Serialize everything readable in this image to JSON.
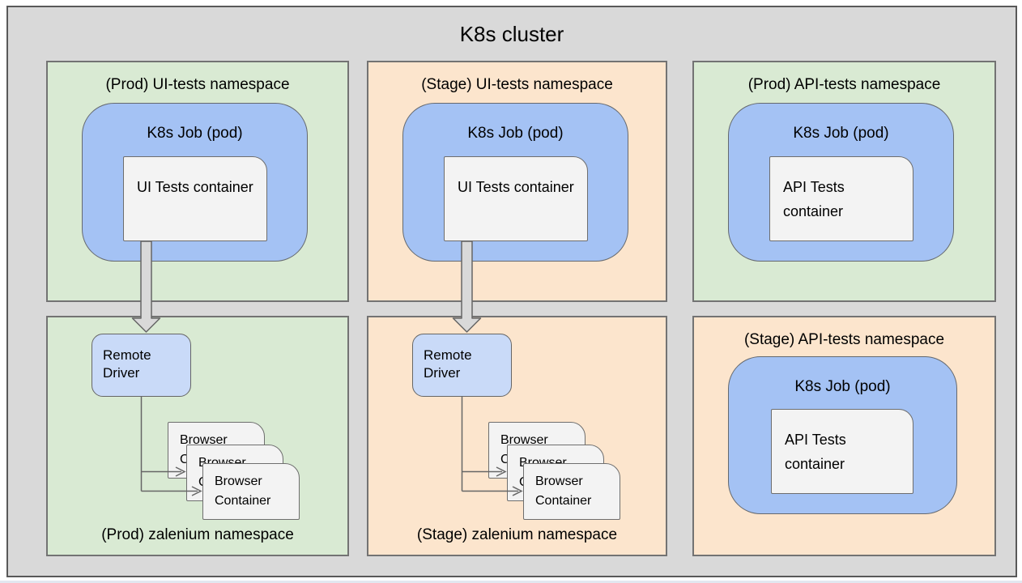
{
  "title": "K8s cluster",
  "colors": {
    "cluster_bg": "#d9d9d9",
    "cluster_border": "#595959",
    "prod_namespace_bg": "#d9ead3",
    "stage_namespace_bg": "#fce5cd",
    "job_pod_bg": "#a4c2f4",
    "remote_driver_bg": "#c9daf8",
    "container_bg": "#f3f3f3",
    "line": "#666666"
  },
  "panels": [
    {
      "label": "(Prod) UI-tests namespace",
      "theme": "green",
      "job": {
        "label": "K8s Job (pod)",
        "container": "UI Tests container"
      }
    },
    {
      "label": "(Stage) UI-tests namespace",
      "theme": "peach",
      "job": {
        "label": "K8s Job (pod)",
        "container": "UI Tests container"
      }
    },
    {
      "label": "(Prod) API-tests namespace",
      "theme": "green",
      "job": {
        "label": "K8s Job (pod)",
        "container": "API Tests container"
      }
    },
    {
      "label": "(Prod) zalenium namespace",
      "theme": "green",
      "remote_driver": "Remote Driver",
      "browser_containers": [
        "Browser Container",
        "Browser Container",
        "Browser Container"
      ]
    },
    {
      "label": "(Stage) zalenium namespace",
      "theme": "peach",
      "remote_driver": "Remote Driver",
      "browser_containers": [
        "Browser Container",
        "Browser Container",
        "Browser Container"
      ]
    },
    {
      "label": "(Stage) API-tests namespace",
      "theme": "peach",
      "job": {
        "label": "K8s Job (pod)",
        "container": "API Tests container"
      }
    }
  ],
  "connections": [
    "UI Tests container (Prod) -> Remote Driver (Prod zalenium)",
    "UI Tests container (Stage) -> Remote Driver (Stage zalenium)",
    "Remote Driver (Prod) -> Browser Containers (Prod)",
    "Remote Driver (Stage) -> Browser Containers (Stage)"
  ]
}
